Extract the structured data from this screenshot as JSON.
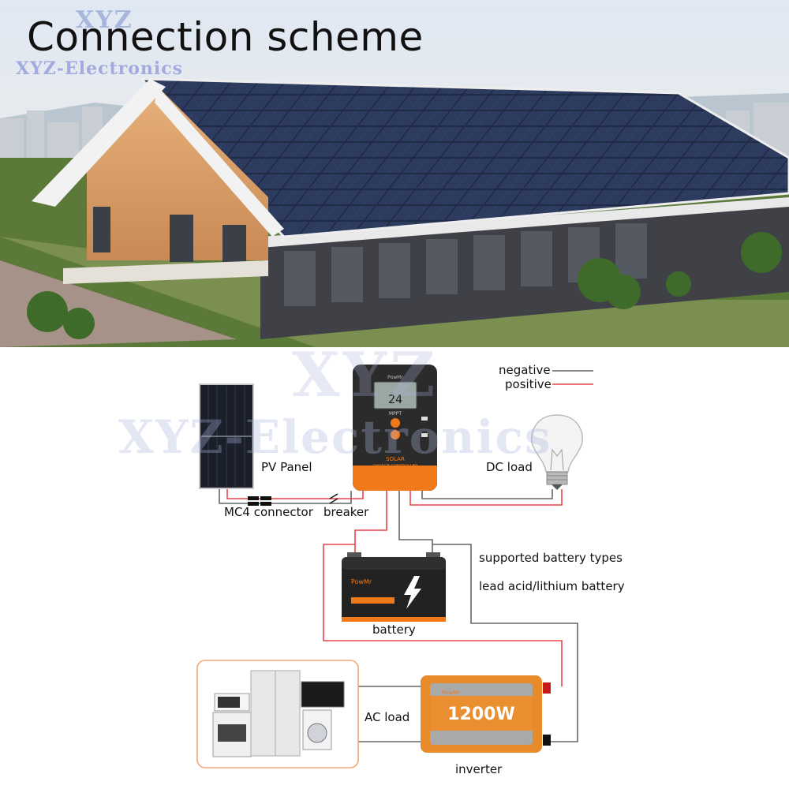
{
  "header": {
    "title": "Connection scheme",
    "watermark_short": "XYZ",
    "watermark_long": "XYZ-Electronics"
  },
  "legend": {
    "negative_label": "negative",
    "positive_label": "positive",
    "negative_color": "#666666",
    "positive_color": "#e8454a"
  },
  "components": {
    "pv_panel": "PV Panel",
    "mc4_connector": "MC4 connector",
    "breaker": "breaker",
    "dc_load": "DC load",
    "battery": "battery",
    "supported_types_title": "supported battery types",
    "supported_types_value": "lead acid/lithium battery",
    "ac_load": "AC load",
    "inverter": "inverter"
  },
  "controller": {
    "brand": "PowMr",
    "display_value": "24",
    "mode": "MPPT",
    "label_line1": "SOLAR",
    "label_line2": "CHARGE CONTROLLER",
    "accent_color": "#f07a1a",
    "body_color": "#2b2b2b"
  },
  "battery_unit": {
    "brand": "PowMr",
    "body_color": "#222222",
    "accent_color": "#f07a1a"
  },
  "inverter_unit": {
    "brand": "PowMr",
    "power_rating": "1200W",
    "body_color": "#e8892a"
  },
  "icons": [
    "solar-panel-icon",
    "light-bulb-icon",
    "battery-icon",
    "inverter-icon",
    "appliances-icon",
    "house-photo"
  ]
}
